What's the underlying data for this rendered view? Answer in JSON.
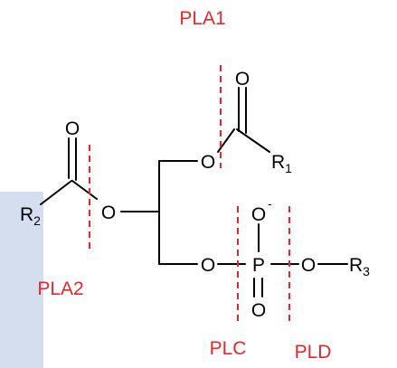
{
  "atoms": {
    "o_carbonyl_left": "O",
    "o_carbonyl_right": "O",
    "o_ester_left": "O",
    "o_ester_right": "O",
    "o_phosphate_top": "O",
    "o_phosphate_charge": "-",
    "p_phosphorus": "P",
    "o_phosphate_bottom": "O",
    "o_phosphate_left": "O",
    "o_phosphate_right": "O",
    "r2_letter": "R",
    "r2_sub": "2",
    "r1_letter": "R",
    "r1_sub": "1",
    "r3_letter": "R",
    "r3_sub": "3"
  },
  "enzymes": {
    "pla1": "PLA1",
    "pla2": "PLA2",
    "plc": "PLC",
    "pld": "PLD"
  },
  "colors": {
    "enzyme_label": "#e8262a",
    "cleavage_line": "#e8262a",
    "highlight_panel": "#d5deef",
    "bond": "#000000"
  }
}
